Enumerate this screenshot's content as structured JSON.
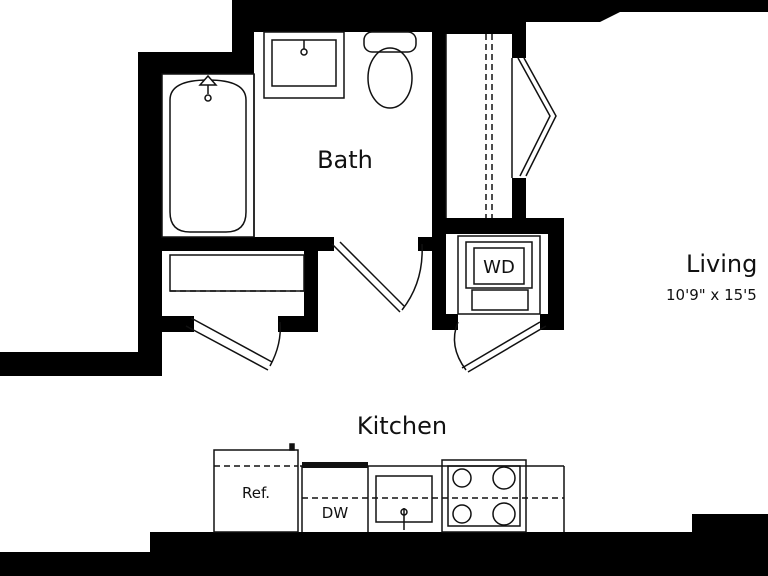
{
  "rooms": {
    "bath": "Bath",
    "living": "Living",
    "living_size": "10'9\" x 15'5",
    "kitchen": "Kitchen"
  },
  "fixtures": {
    "washer_dryer": "WD",
    "refrigerator": "Ref.",
    "dishwasher": "DW"
  },
  "colors": {
    "wall": "#000000",
    "line": "#111111",
    "background": "#ffffff"
  }
}
